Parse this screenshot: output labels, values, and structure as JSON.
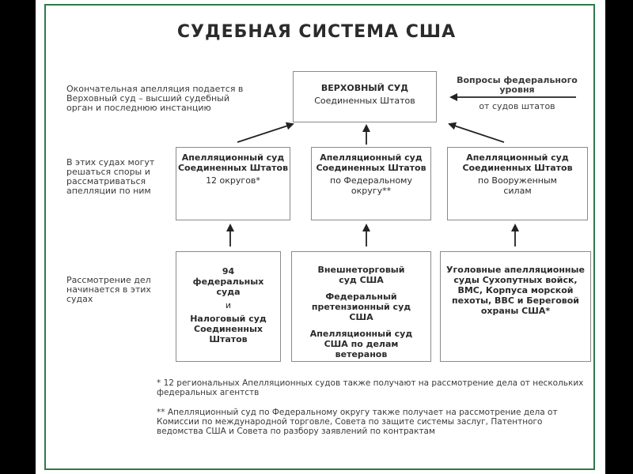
{
  "title": "СУДЕБНАЯ СИСТЕМА США",
  "supreme": {
    "name": "ВЕРХОВНЫЙ СУД",
    "sub": "Соединенных Штатов"
  },
  "federal_questions": {
    "title": "Вопросы федерального уровня",
    "sub": "от судов штатов"
  },
  "left_notes": {
    "top": "Окончательная апелляция подается в Верховный суд – высший судебный орган и последнюю инстанцию",
    "middle": "В этих судах могут решаться споры и рассматриваться апелляции по ним",
    "bottom": "Рассмотрение дел начинается в этих судах"
  },
  "appeals": [
    {
      "title": "Апелляционный суд Соединенных Штатов",
      "sub": "12 округов*"
    },
    {
      "title": "Апелляционный суд Соединенных Штатов",
      "sub": "по Федеральному округу**"
    },
    {
      "title": "Апелляционный суд Соединенных Штатов",
      "sub": "по Вооруженным силам"
    }
  ],
  "trial": [
    {
      "line1": "94 федеральных суда",
      "and": "и",
      "line2": "Налоговый суд Соединенных Штатов"
    },
    {
      "line1": "Внешнеторговый суд США",
      "line2": "Федеральный претензионный суд США",
      "line3": "Апелляционный суд США по делам ветеранов"
    },
    {
      "line1": "Уголовные апелляционные суды Сухопутных войск, ВМС, Корпуса морской пехоты, ВВС и Береговой охраны США*"
    }
  ],
  "footnotes": [
    "* 12 региональных Апелляционных судов также получают на рассмотрение дела от нескольких федеральных агентств",
    "** Апелляционный суд по Федеральному округу также получает на рассмотрение дела от Комиссии по международной торговле, Совета по защите системы заслуг, Патентного ведомства США и Совета по разбору заявлений по контрактам"
  ]
}
